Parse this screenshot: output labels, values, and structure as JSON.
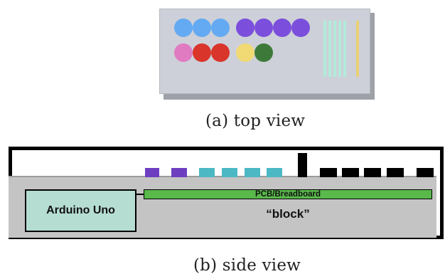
{
  "top_view": {
    "caption": "(a)  top view",
    "colors": {
      "light_blue": "#64aaf2",
      "purple": "#7b4fdc",
      "pink": "#e07bc2",
      "red": "#d9352b",
      "yellow": "#f1da74",
      "green": "#3d7a3a",
      "strip_cyan": "#b2ead9",
      "strip_yellow": "#e8d073",
      "panel": "#cdd0d8"
    }
  },
  "side_view": {
    "caption": "(b)  side view",
    "arduino_label": "Arduino Uno",
    "pcb_label": "PCB/Breadboard",
    "block_label": "“block”",
    "colors": {
      "arduino": "#b6ddd2",
      "pcb": "#59b94b",
      "block": "#c4c4c4",
      "purple_key": "#6d3fc0",
      "cyan_key": "#4bb8c4",
      "black_key": "#000000"
    }
  }
}
